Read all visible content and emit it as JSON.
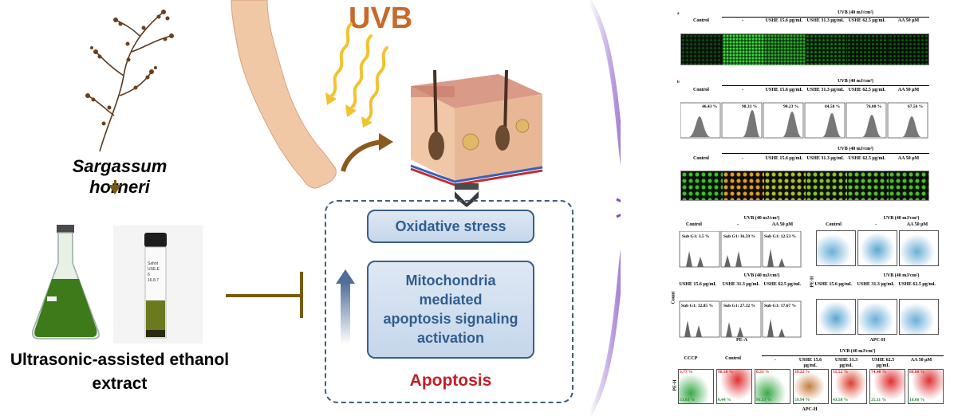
{
  "left": {
    "species": "Sargassum horneri",
    "extract_line1": "Ultrasonic-assisted ethanol",
    "extract_line2": "extract",
    "vial_label": "Sahot\nUSE.E...\n6\n16.8.7..."
  },
  "center": {
    "uvb": "UVB",
    "oxidative_stress": "Oxidative stress",
    "mito_line1": "Mitochondria",
    "mito_line2": "mediated",
    "mito_line3": "apoptosis signaling",
    "mito_line4": "activation",
    "apoptosis": "Apoptosis"
  },
  "colors": {
    "uvb": "#c8692a",
    "box_text": "#2f5e8f",
    "apoptosis": "#c0202a",
    "inhibit": "#7a5a10",
    "bracket": "#7b4fb0"
  },
  "right": {
    "panel_a": {
      "tag": "a",
      "header": "UVB (40 mJ/cm²)",
      "columns": [
        "Control",
        "-",
        "USHE 15.6 μg/mL",
        "USHE 31.3 μg/mL",
        "USHE 62.5 μg/mL",
        "AA 50 μM"
      ]
    },
    "panel_b": {
      "tag": "b",
      "header": "UVB (40 mJ/cm²)",
      "columns": [
        "Control",
        "-",
        "USHE 15.6 μg/mL",
        "USHE 31.3 μg/mL",
        "USHE 62.5 μg/mL",
        "AA 50 μM"
      ],
      "values": [
        "46.43 %",
        "98.33 %",
        "90.23 %",
        "84.58 %",
        "76.08 %",
        "67.56 %"
      ]
    },
    "panel_c": {
      "header": "UVB (40 mJ/cm²)",
      "columns": [
        "Control",
        "-",
        "USHE 15.6 μg/mL",
        "USHE 31.3 μg/mL",
        "USHE 62.5 μg/mL",
        "AA 50 μM"
      ]
    },
    "panel_d": {
      "header_top": "UVB (40 mJ/cm²)",
      "top_cols": [
        "Control",
        "-",
        "AA 50 μM"
      ],
      "top_vals": [
        "Sub G1: 3.5 %",
        "Sub G1: 36.59 %",
        "Sub G1: 12.53 %"
      ],
      "header_bottom": "UVB (40 mJ/cm²)",
      "bottom_cols": [
        "USHE 15.6 μg/mL",
        "USHE 31.3 μg/mL",
        "USHE 62.5 μg/mL"
      ],
      "bottom_vals": [
        "Sub G1: 32.85 %",
        "Sub G1: 27.32 %",
        "Sub G1: 17.67 %"
      ],
      "ylabel": "Count",
      "xlabel": "PE-A"
    },
    "panel_e": {
      "header_top": "UVB (40 mJ/cm²)",
      "top_cols": [
        "Control",
        "-",
        "AA 50 μM"
      ],
      "header_bottom": "UVB (40 mJ/cm²)",
      "bottom_cols": [
        "USHE 15.6 μg/mL",
        "USHE 31.3 μg/mL",
        "USHE 62.5 μg/mL"
      ],
      "ylabel": "PE-H",
      "xlabel": "APC-H"
    },
    "panel_f": {
      "header": "UVB (40 mJ/cm²)",
      "columns": [
        "CCCP",
        "Control",
        "-",
        "USHE 15.6 μg/mL",
        "USHE 31.3 μg/mL",
        "USHE 62.5 μg/mL",
        "AA 50 μM"
      ],
      "red_vals": [
        "3.77 %",
        "98.50 %",
        "0.33 %",
        "39.22 %",
        "55.52 %",
        "74.48 %",
        "80.88 %"
      ],
      "green_vals": [
        "53.63 %",
        "0.44 %",
        "91.13 %",
        "59.94 %",
        "43.58 %",
        "25.11 %",
        "18.60 %"
      ],
      "ylabel": "PE-H",
      "xlabel": "APC-H"
    }
  }
}
